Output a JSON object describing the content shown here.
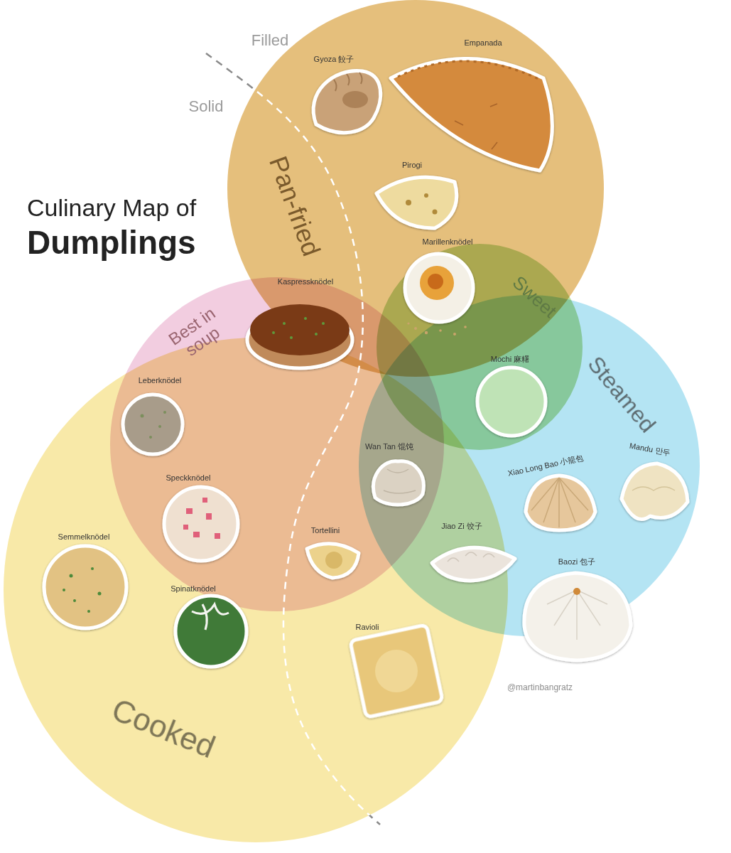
{
  "diagram": {
    "title": "Culinary Map of Dumplings",
    "nodes": [
      {
        "text": [
          "Pan-fried"
        ]
      },
      {
        "text": [
          "Best in soup"
        ]
      },
      {
        "text": [
          "Sweet"
        ]
      },
      {
        "text": [
          "Steamed"
        ]
      },
      {
        "text": [
          "Cooked"
        ]
      }
    ],
    "labels": [
      "Filled",
      "Solid",
      "Gyoza 餃子",
      "Empanada",
      "Pirogi",
      "Marillenknödel",
      "Kaspressknödel",
      "Mochi 麻糬",
      "Leberknödel",
      "Wan Tan 馄饨",
      "Xiao Long Bao 小籠包",
      "Mandu 만두",
      "Speckknödel",
      "Tortellini",
      "Jiao Zi 饺子",
      "Semmelknödel",
      "Baozi 包子",
      "Spinatknödel",
      "Ravioli",
      "@martinbangratz"
    ]
  }
}
